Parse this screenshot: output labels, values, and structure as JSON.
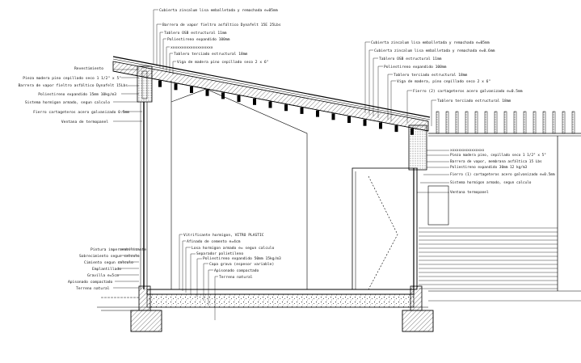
{
  "drawing": {
    "labels_top": [
      "Cubierta zincalum lisa emballetada y remachada e=05mm",
      "Barrera de vapor fieltro asfáltico Dynafelt 15E 25Lbs",
      "Tablero OSB estructural 11mm",
      "Poliestireno expandido 100mm",
      "xxxxxxxxxxxxxxxxxxx",
      "Tablero terciado estructural 18mm",
      "Viga de madera pino cepillado seco 2 x 6\""
    ],
    "labels_left": [
      "Revestimiento",
      "Pieza madera pino cepillado seco 1 1/2\" x 5\"",
      "Barrera de vapor fieltro asfáltico Dynafelt 15Lbs",
      "Poliestireno expandido 15mm 10kg/m3",
      "Sistema hormigon armado, segun calculo",
      "Fierro cartageteros acero galvanizado 0.5mm",
      "Ventana de termopanel"
    ],
    "labels_right": [
      "Cubierta zincalum lisa emballetada y remachada e=05mm",
      "Cubierta zincalum lisa emballetada y remachada e=0.6mm",
      "Tablero OSB estructural 11mm",
      "Poliestireno expandido 100mm",
      "Tablero terciado estructural 18mm",
      "Viga de madera, pino cepillado seco 2 x 6\"",
      "Fierro (2) cartageteros acero galvanizado e=0.5mm",
      "Tablero terciado estructural 18mm"
    ],
    "labels_right_wall": [
      "xxxxxxxxxxxxxxxx",
      "Pieza madera pino, cepillado seco 1 1/2\" x 5\"",
      "Barrera de vapor, membrana asfáltica 15 Lbs",
      "Poliestireno expandido 30mm 12 kg/m3",
      "Fierro (1) cartageteros acero galvanizado e=0.5mm",
      "Sistema hormigon armado, segun calculo",
      "Ventana termopanel"
    ],
    "labels_floor": [
      "Vitrificante hormigon, VITRO PLASTIC",
      "Afinado de cemento e=4cm",
      "Losa hormigon armado e= segun calculo",
      "Separador polietileno",
      "Poliestireno expandido 50mm 15kg/m3",
      "Capa grava (espesor variable)",
      "Apisonado compactado",
      "Terreno natural"
    ],
    "labels_foundation": [
      "Pintura impermeabilizante",
      "Sobrecimiento segun calculo",
      "Cimiento segun calculo",
      "Emplantillado",
      "Gravilla e=5cm",
      "Apisonado compactado",
      "Terreno natural"
    ]
  }
}
